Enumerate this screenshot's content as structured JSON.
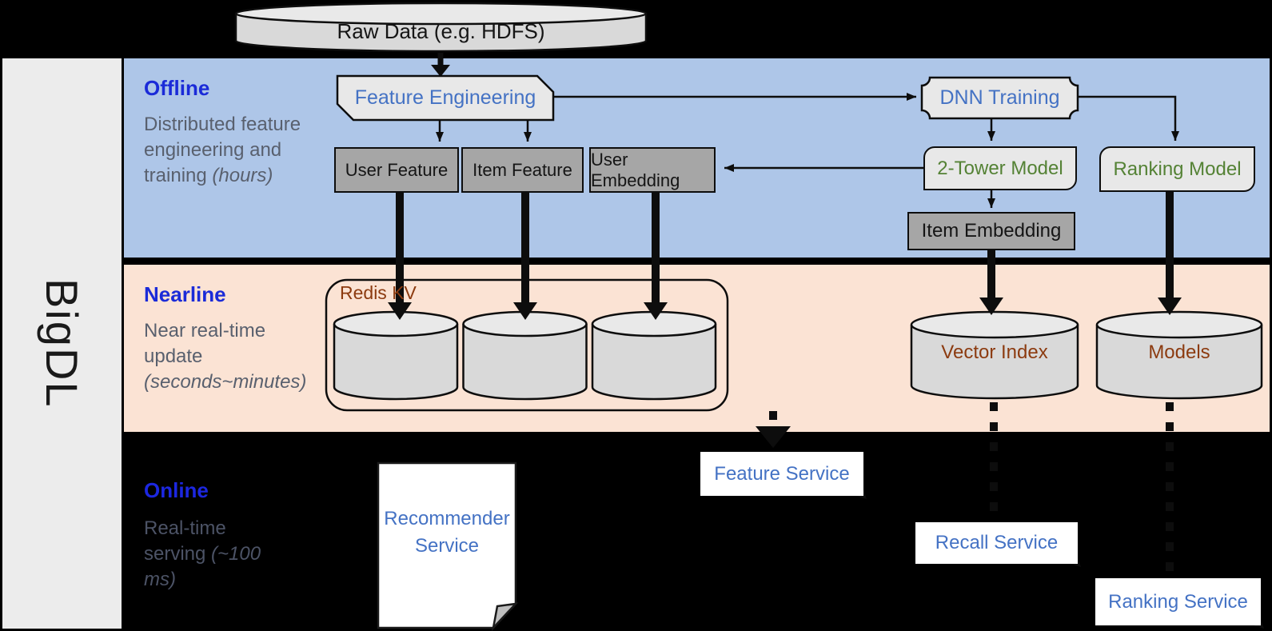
{
  "brand": {
    "label": "BigDL"
  },
  "sections": {
    "offline": {
      "title": "Offline",
      "desc": "Distributed feature engineering and training ",
      "desc_note": "(hours)"
    },
    "nearline": {
      "title": "Nearline",
      "desc": "Near real-time update ",
      "desc_note": "(seconds~minutes)"
    },
    "online": {
      "title": "Online",
      "desc": "Real-time serving ",
      "desc_note": "(~100 ms)"
    }
  },
  "nodes": {
    "raw_data": {
      "label": "Raw Data (e.g. HDFS)"
    },
    "feature_engineering": {
      "label": "Feature Engineering"
    },
    "dnn_training": {
      "label": "DNN Training"
    },
    "user_feature": {
      "label": "User Feature"
    },
    "item_feature": {
      "label": "Item Feature"
    },
    "user_embedding": {
      "label": "User Embedding"
    },
    "two_tower_model": {
      "label": "2-Tower Model"
    },
    "ranking_model": {
      "label": "Ranking Model"
    },
    "item_embedding": {
      "label": "Item Embedding"
    },
    "redis_kv": {
      "label": "Redis KV"
    },
    "vector_index": {
      "label": "Vector Index"
    },
    "models": {
      "label": "Models"
    },
    "recommender_service": {
      "label": "Recommender Service"
    },
    "feature_service": {
      "label": "Feature Service"
    },
    "recall_service": {
      "label": "Recall Service"
    },
    "ranking_service": {
      "label": "Ranking Service"
    }
  },
  "colors": {
    "background": "#000000",
    "offline_band": "#AEC6E8",
    "nearline_band": "#FBE3D4",
    "sidebar_strip": "#ECECEC",
    "section_title_blue": "#1B2BD8",
    "description_gray": "#59606E",
    "node_text_blue": "#4472C4",
    "model_text_green": "#548235",
    "storage_text_brown": "#8C3B10",
    "gray_box_fill": "#A6A6A6",
    "light_box_fill": "#E8E8E8",
    "cylinder_fill": "#D9D9D9"
  }
}
